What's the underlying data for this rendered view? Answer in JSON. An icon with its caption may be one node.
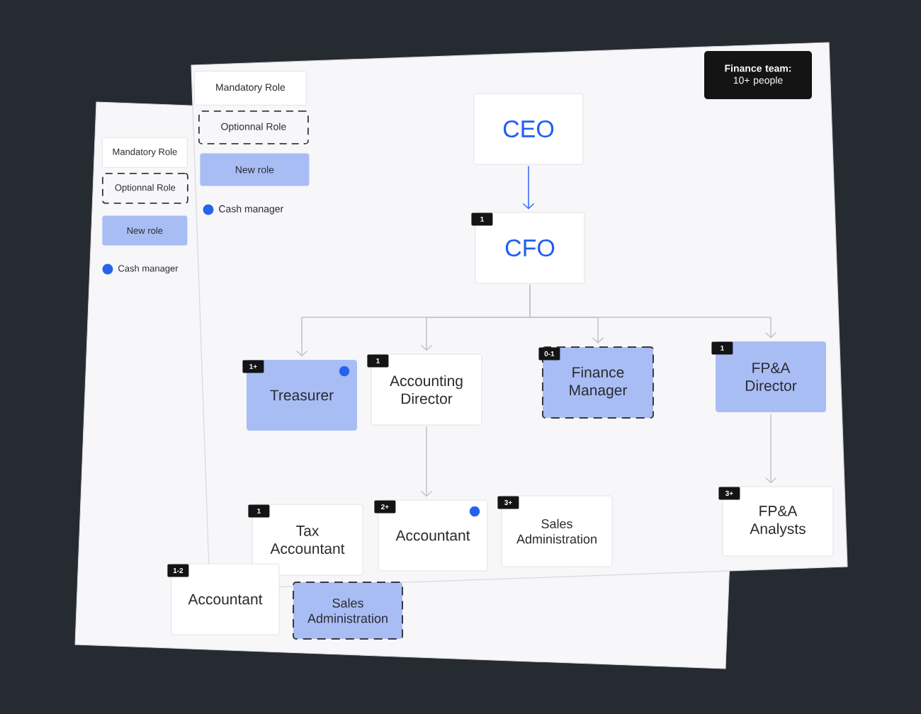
{
  "diagram": {
    "nodes": [
      {
        "text": [
          "**Finance team:** 10+ people"
        ]
      },
      {
        "text": [
          "CEO"
        ]
      },
      {
        "text": [
          "1",
          "CFO"
        ]
      },
      {
        "text": [
          "1+",
          "Treasurer"
        ]
      },
      {
        "text": [
          "1",
          "Accounting Director"
        ]
      },
      {
        "text": [
          "0-1",
          "Finance Manager"
        ]
      },
      {
        "text": [
          "1",
          "FP&A Director"
        ]
      },
      {
        "text": [
          "1",
          "Tax Accountant"
        ]
      },
      {
        "text": [
          "2+",
          "Accountant"
        ]
      },
      {
        "text": [
          "3+",
          "Sales Administration"
        ]
      },
      {
        "text": [
          "3+",
          "FP&A Analysts"
        ]
      },
      {
        "text": [
          "1-2",
          "Accountant"
        ]
      },
      {
        "text": [
          "Sales Administration"
        ]
      }
    ],
    "edges": [
      {
        "from": 1,
        "to": 2,
        "arrow": "to",
        "color": "#3b6cf0"
      },
      {
        "from": 2,
        "to": 3,
        "arrow": "to"
      },
      {
        "from": 2,
        "to": 4,
        "arrow": "to"
      },
      {
        "from": 2,
        "to": 5,
        "arrow": "to"
      },
      {
        "from": 2,
        "to": 6,
        "arrow": "to"
      },
      {
        "from": 4,
        "to": 8,
        "arrow": "to"
      },
      {
        "from": 6,
        "to": 10,
        "arrow": "to"
      }
    ],
    "legend": [
      {
        "text": "Mandatory Role"
      },
      {
        "text": "Optionnal Role"
      },
      {
        "text": "New role",
        "color": "#a9bdf5"
      },
      {
        "text": "Cash manager",
        "color": "#2563eb"
      },
      {
        "text": "Mandatory Role"
      },
      {
        "text": "Optionnal Role"
      },
      {
        "text": "New role",
        "color": "#a9bdf5"
      },
      {
        "text": "Cash manager",
        "color": "#2563eb"
      }
    ]
  }
}
